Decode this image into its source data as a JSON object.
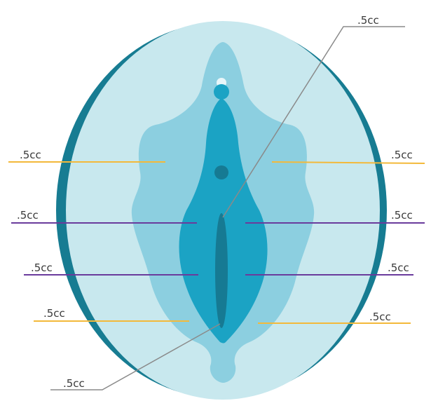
{
  "colors": {
    "outer_ring": "#177c92",
    "outer_oval": "#c8e8ee",
    "mid_region": "#8ccfe0",
    "inner_region": "#1ba3c4",
    "opening": "#167a93",
    "highlight": "#e8f6f9",
    "line_top_bottom": "#f3b93a",
    "line_middle": "#6a3b9c",
    "leader_line": "#8a8a8a"
  },
  "labels": {
    "top_leader": ".5cc",
    "bottom_leader": ".5cc",
    "left_1": ".5cc",
    "left_2": ".5cc",
    "left_3": ".5cc",
    "left_4": ".5cc",
    "right_1": ".5cc",
    "right_2": ".5cc",
    "right_3": ".5cc",
    "right_4": ".5cc"
  }
}
